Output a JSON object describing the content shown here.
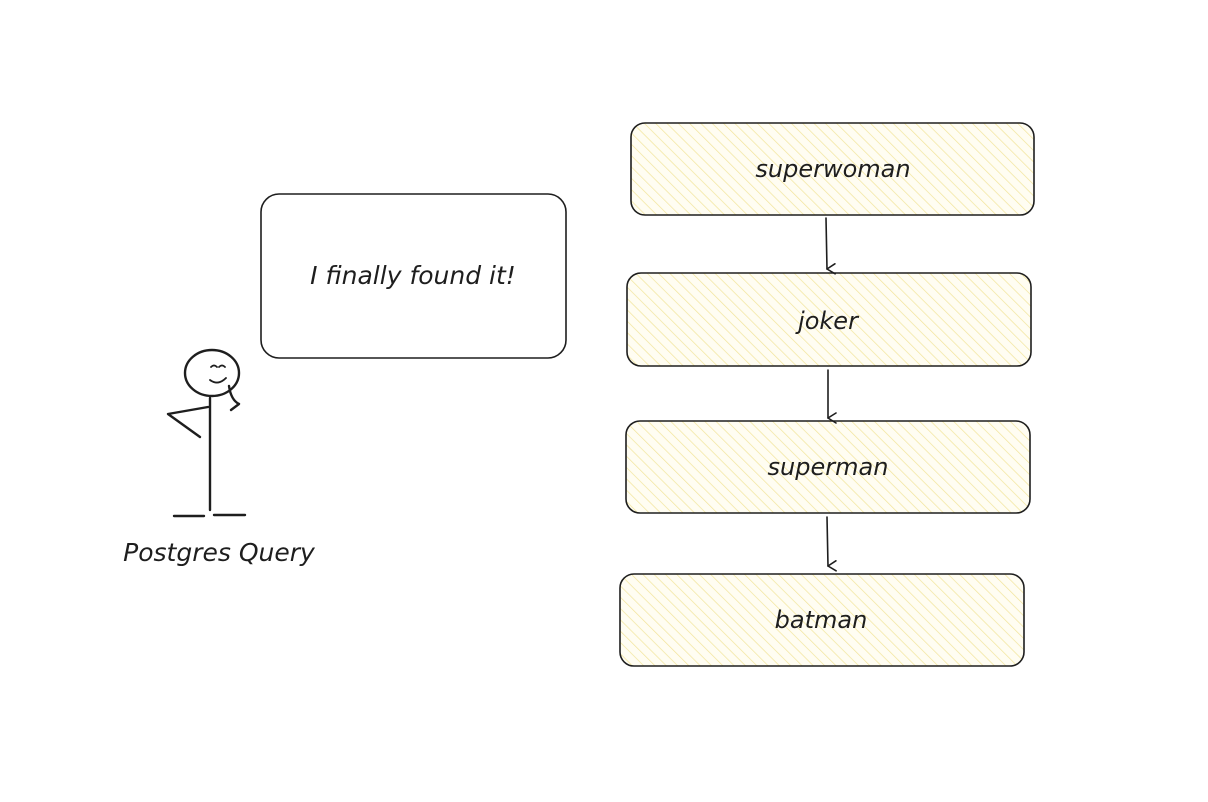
{
  "speech_bubble": {
    "text": "I finally found it!"
  },
  "figure": {
    "label": "Postgres Query"
  },
  "linked_list": {
    "nodes": [
      {
        "label": "superwoman"
      },
      {
        "label": "joker"
      },
      {
        "label": "superman"
      },
      {
        "label": "batman"
      }
    ]
  },
  "colors": {
    "stroke": "#1e1e1e",
    "node_fill": "#fffdf2",
    "hatch": "#f2e49a",
    "background": "#ffffff"
  }
}
